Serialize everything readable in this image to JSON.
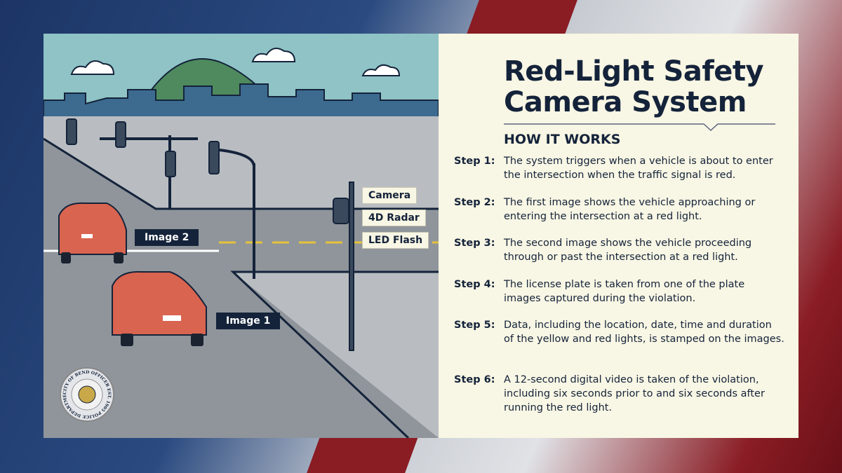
{
  "header": {
    "title_line1": "Red-Light Safety",
    "title_line2": "Camera System",
    "subtitle": "HOW IT WORKS"
  },
  "steps": [
    {
      "label": "Step 1:",
      "text": "The system triggers when a vehicle is about to enter the intersection when the traffic signal is red."
    },
    {
      "label": "Step 2:",
      "text": "The first image shows the vehicle approaching or entering the intersection at a red light."
    },
    {
      "label": "Step 3:",
      "text": "The second image shows the vehicle proceeding through or past the intersection at a red light."
    },
    {
      "label": "Step 4:",
      "text": "The license plate is taken from one of the plate images captured during the violation."
    },
    {
      "label": "Step 5:",
      "text": "Data, including the location, date, time and duration of the yellow and red lights, is stamped on the images."
    },
    {
      "label": "Step 6:",
      "text": "A 12-second digital video is taken of the violation, including six seconds prior to and six seconds after running the red light."
    }
  ],
  "illustration": {
    "image_labels": [
      "Image 2",
      "Image 1"
    ],
    "device_labels": [
      "Camera",
      "4D Radar",
      "LED Flash"
    ],
    "badge_text": "CITY OF BEND OFFICER EST. 1905 POLICE DEPARTMENT"
  },
  "colors": {
    "navy": "#14233a",
    "cream": "#f8f6e4",
    "sky": "#8fc3c6",
    "car": "#d9644f"
  }
}
